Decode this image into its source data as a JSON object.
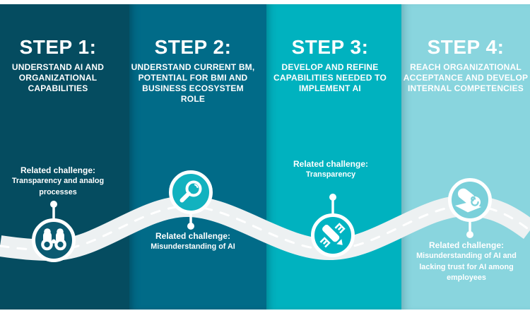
{
  "road": {
    "color": "#edf1f2",
    "dash_color": "#ffffff"
  },
  "steps": [
    {
      "title": "STEP 1:",
      "subtitle": "UNDERSTAND AI AND\nORGANIZATIONAL\nCAPABILITIES",
      "challenge_label": "Related challenge:",
      "challenge_text": "Transparency and analog processes",
      "band_color": "#054c60",
      "icon": "binoculars-icon",
      "icon_fill": "#0b5a71"
    },
    {
      "title": "STEP 2:",
      "subtitle": "UNDERSTAND CURRENT BM,\nPOTENTIAL FOR BMI AND\nBUSINESS ECOSYSTEM ROLE",
      "challenge_label": "Related challenge:",
      "challenge_text": "Misunderstanding of AI",
      "band_color": "#016b88",
      "icon": "magnifier-icon",
      "icon_fill": "#12b2bf"
    },
    {
      "title": "STEP 3:",
      "subtitle": "DEVELOP AND REFINE\nCAPABILITIES NEEDED TO\nIMPLEMENT AI",
      "challenge_label": "Related challenge:",
      "challenge_text": "Transparency",
      "band_color": "#00b2bf",
      "icon": "pencil-ruler-icon",
      "icon_fill": "#00b4c2"
    },
    {
      "title": "STEP 4:",
      "subtitle": "REACH ORGANIZATIONAL\nACCEPTANCE AND DEVELOP\nINTERNAL COMPETENCIES",
      "challenge_label": "Related challenge:",
      "challenge_text": "Misunderstanding of AI and\nlacking trust for AI among\nemployees",
      "band_color": "#89d5de",
      "icon": "paper-roll-icon",
      "icon_fill": "#7ad0da"
    }
  ]
}
